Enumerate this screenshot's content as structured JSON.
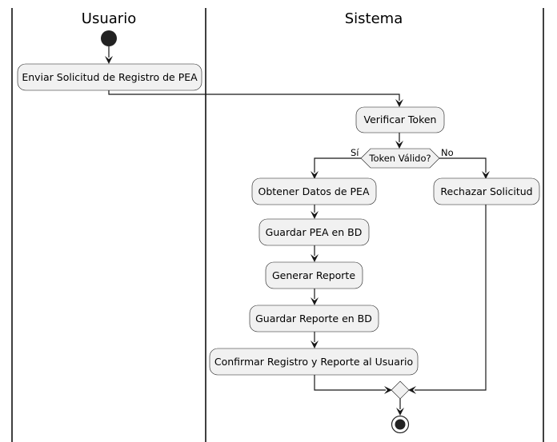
{
  "lanes": {
    "user": "Usuario",
    "system": "Sistema"
  },
  "nodes": {
    "send_request": "Enviar Solicitud de Registro de PEA",
    "verify_token": "Verificar Token",
    "decision": "Token Válido?",
    "yes_label": "Sí",
    "no_label": "No",
    "get_data": "Obtener Datos de PEA",
    "save_pea": "Guardar PEA en BD",
    "generate_report": "Generar Reporte",
    "save_report": "Guardar Reporte en BD",
    "confirm": "Confirmar Registro y Reporte al Usuario",
    "reject": "Rechazar Solicitud"
  },
  "colors": {
    "node_fill": "#f1f1f1",
    "stroke": "#181818",
    "start_end": "#222222"
  }
}
